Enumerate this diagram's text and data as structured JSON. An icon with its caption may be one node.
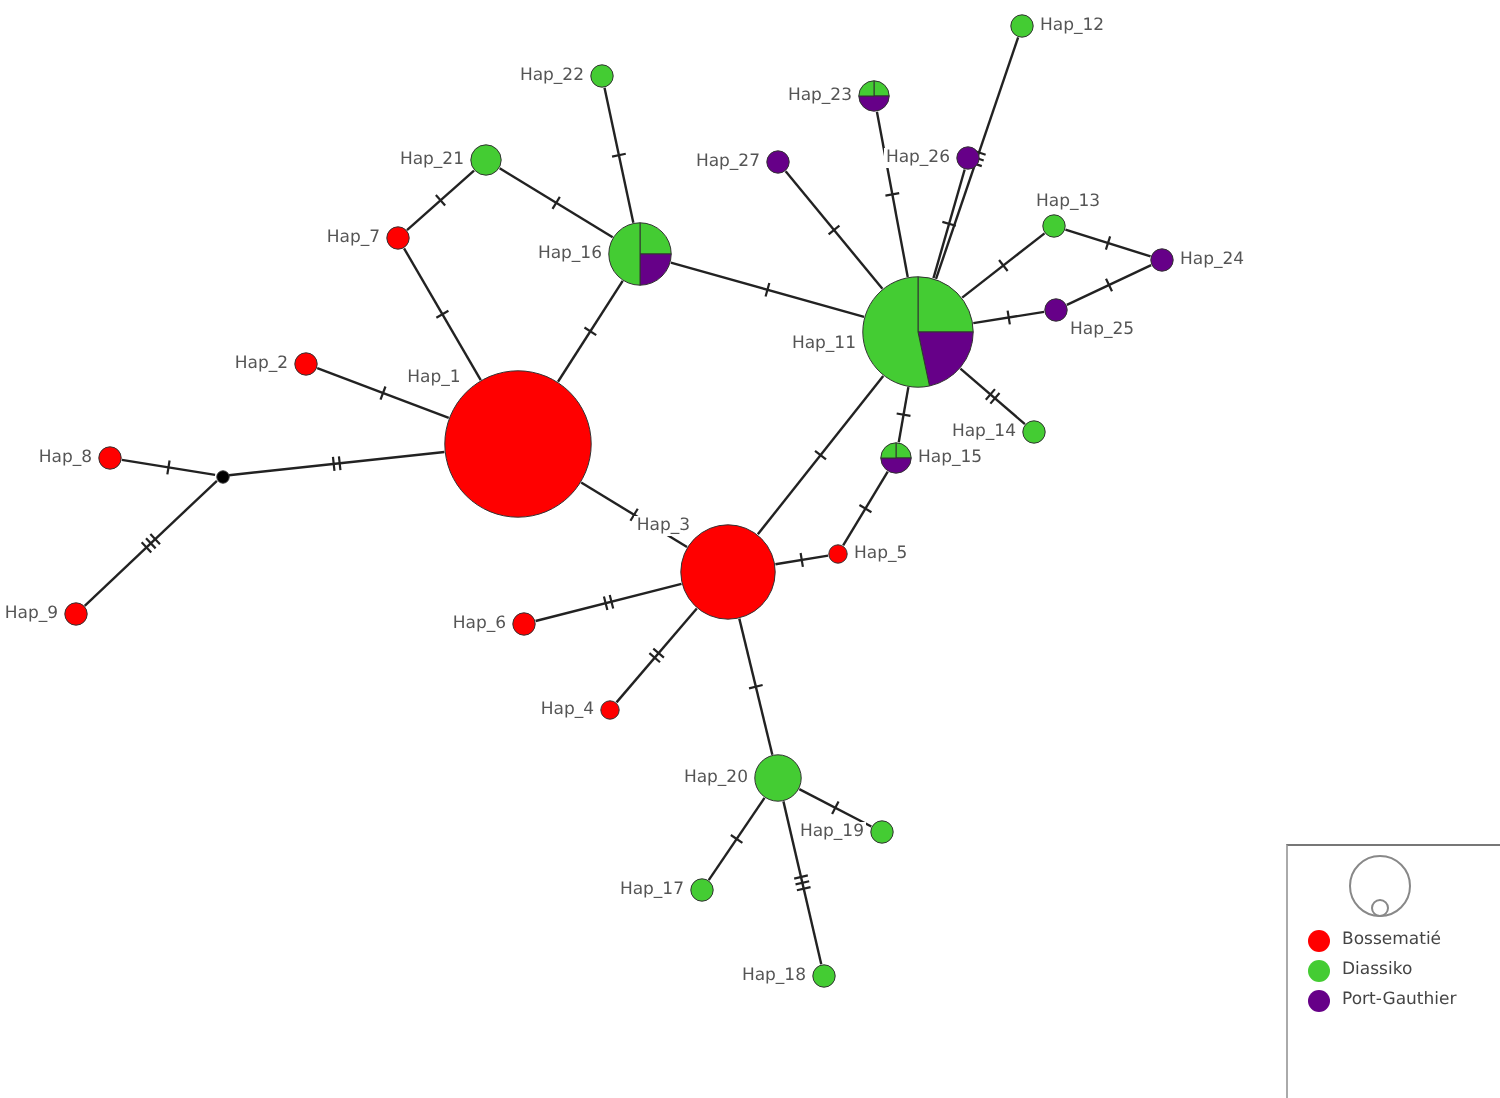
{
  "diagram": {
    "nodes": [
      {
        "text": [
          "Hap_1"
        ]
      },
      {
        "text": [
          "Hap_2"
        ]
      },
      {
        "text": [
          "Hap_3"
        ]
      },
      {
        "text": [
          "Hap_4"
        ]
      },
      {
        "text": [
          "Hap_5"
        ]
      },
      {
        "text": [
          "Hap_6"
        ]
      },
      {
        "text": [
          "Hap_7"
        ]
      },
      {
        "text": [
          "Hap_8"
        ]
      },
      {
        "text": [
          "Hap_9"
        ]
      },
      {
        "text": [
          "Hap_11"
        ]
      },
      {
        "text": [
          "Hap_12"
        ]
      },
      {
        "text": [
          "Hap_13"
        ]
      },
      {
        "text": [
          "Hap_14"
        ]
      },
      {
        "text": [
          "Hap_15"
        ]
      },
      {
        "text": [
          "Hap_16"
        ]
      },
      {
        "text": [
          "Hap_17"
        ]
      },
      {
        "text": [
          "Hap_18"
        ]
      },
      {
        "text": [
          "Hap_19"
        ]
      },
      {
        "text": [
          "Hap_20"
        ]
      },
      {
        "text": [
          "Hap_21"
        ]
      },
      {
        "text": [
          "Hap_22"
        ]
      },
      {
        "text": [
          "Hap_23"
        ]
      },
      {
        "text": [
          "Hap_24"
        ]
      },
      {
        "text": [
          "Hap_25"
        ]
      },
      {
        "text": [
          "Hap_26"
        ]
      },
      {
        "text": [
          "Hap_27"
        ]
      },
      {
        "text": [],
        "shape": "circle"
      }
    ],
    "edges": [
      {
        "from": 0,
        "to": 6,
        "arrow": "none"
      },
      {
        "from": 6,
        "to": 19,
        "arrow": "none"
      },
      {
        "from": 19,
        "to": 14,
        "arrow": "none"
      },
      {
        "from": 20,
        "to": 14,
        "arrow": "none"
      },
      {
        "from": 14,
        "to": 0,
        "arrow": "none"
      },
      {
        "from": 14,
        "to": 9,
        "arrow": "none"
      },
      {
        "from": 0,
        "to": 1,
        "arrow": "none"
      },
      {
        "from": 0,
        "to": 26,
        "arrow": "none"
      },
      {
        "from": 26,
        "to": 7,
        "arrow": "none"
      },
      {
        "from": 26,
        "to": 8,
        "arrow": "none"
      },
      {
        "from": 0,
        "to": 2,
        "arrow": "none"
      },
      {
        "from": 2,
        "to": 5,
        "arrow": "none"
      },
      {
        "from": 2,
        "to": 3,
        "arrow": "none"
      },
      {
        "from": 2,
        "to": 4,
        "arrow": "none"
      },
      {
        "from": 4,
        "to": 13,
        "arrow": "none"
      },
      {
        "from": 13,
        "to": 9,
        "arrow": "none"
      },
      {
        "from": 2,
        "to": 9,
        "arrow": "none"
      },
      {
        "from": 2,
        "to": 18,
        "arrow": "none"
      },
      {
        "from": 18,
        "to": 15,
        "arrow": "none"
      },
      {
        "from": 18,
        "to": 16,
        "arrow": "none"
      },
      {
        "from": 18,
        "to": 17,
        "arrow": "none"
      },
      {
        "from": 9,
        "to": 25,
        "arrow": "none"
      },
      {
        "from": 9,
        "to": 21,
        "arrow": "none"
      },
      {
        "from": 9,
        "to": 24,
        "arrow": "none"
      },
      {
        "from": 9,
        "to": 10,
        "arrow": "none"
      },
      {
        "from": 9,
        "to": 11,
        "arrow": "none"
      },
      {
        "from": 11,
        "to": 22,
        "arrow": "none"
      },
      {
        "from": 22,
        "to": 23,
        "arrow": "none"
      },
      {
        "from": 23,
        "to": 9,
        "arrow": "none"
      },
      {
        "from": 9,
        "to": 12,
        "arrow": "none"
      }
    ],
    "legend": [
      {
        "text": "Bossematié",
        "color": "#ff0000"
      },
      {
        "text": "Diassiko",
        "color": "#44cc33"
      },
      {
        "text": "Port-Gauthier",
        "color": "#660088"
      }
    ]
  }
}
